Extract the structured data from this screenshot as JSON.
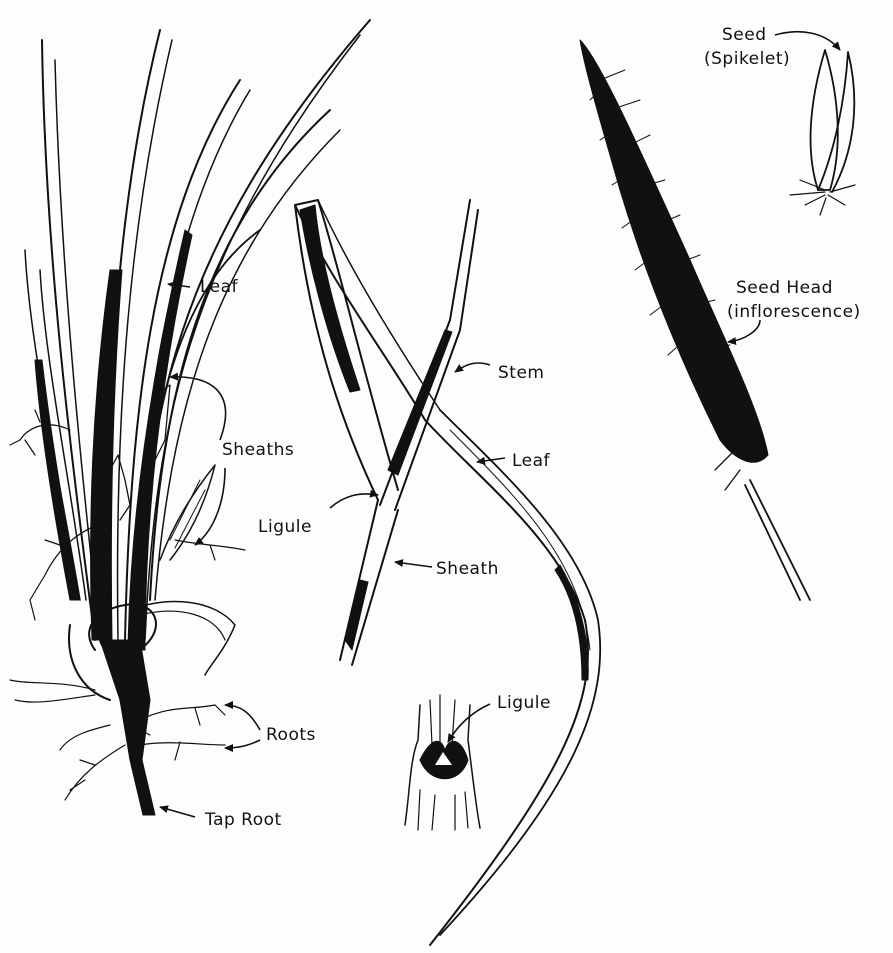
{
  "labels": {
    "plant_leaf": "Leaf",
    "plant_sheaths": "Sheaths",
    "plant_roots": "Roots",
    "plant_taproot": "Tap Root",
    "detail_stem": "Stem",
    "detail_leaf": "Leaf",
    "detail_ligule": "Ligule",
    "detail_sheath": "Sheath",
    "closeup_ligule": "Ligule",
    "seed": "Seed",
    "spikelet": "(Spikelet)",
    "seed_head": "Seed Head",
    "inflorescence": "(inflorescence)"
  }
}
